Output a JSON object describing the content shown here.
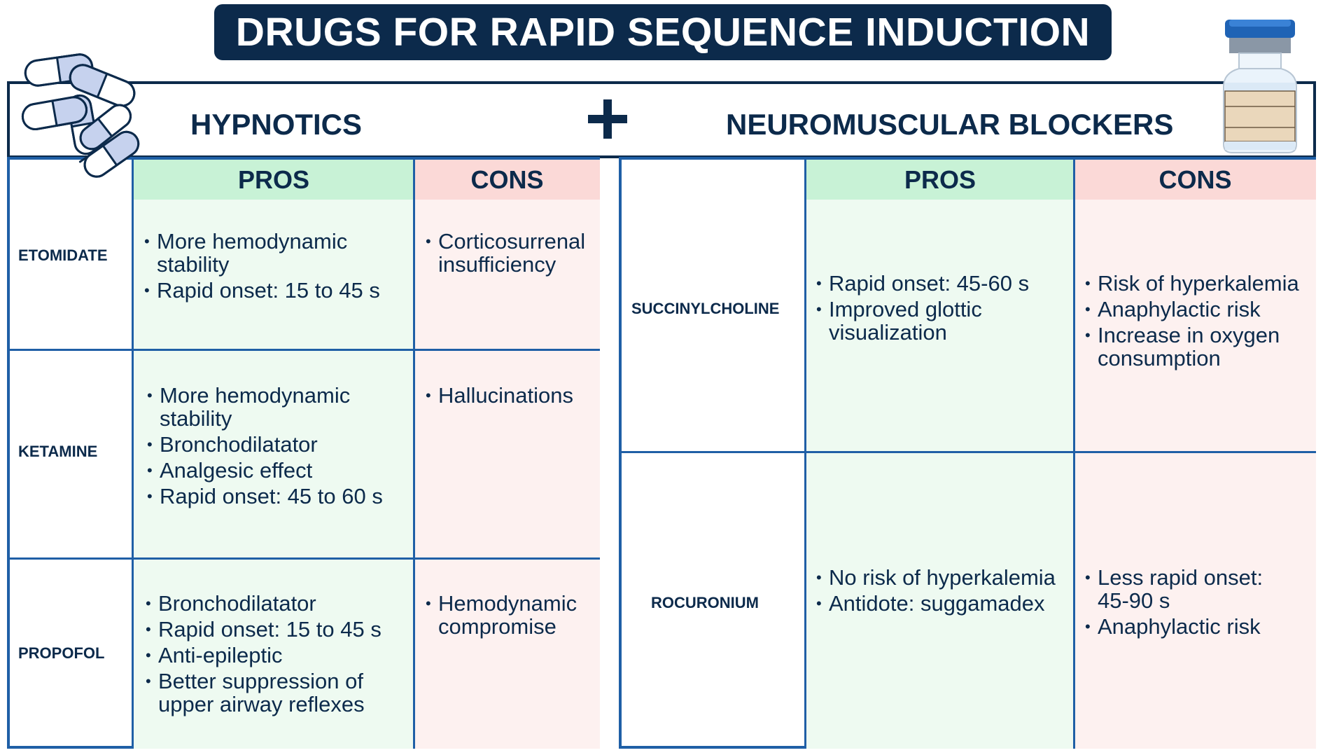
{
  "title": "DRUGS FOR RAPID SEQUENCE INDUCTION",
  "header": {
    "left": "HYPNOTICS",
    "right": "NEUROMUSCULAR BLOCKERS"
  },
  "hypnotics": {
    "pros_label": "PROS",
    "cons_label": "CONS",
    "rows": [
      {
        "name": "ETOMIDATE",
        "pros": [
          "More hemodynamic stability",
          "Rapid onset: 15 to 45 s"
        ],
        "cons": [
          "Corticosurrenal insufficiency"
        ]
      },
      {
        "name": "KETAMINE",
        "pros": [
          "More hemodynamic stability",
          "Bronchodilatator",
          "Analgesic effect",
          "Rapid onset: 45 to 60 s"
        ],
        "cons": [
          "Hallucinations"
        ]
      },
      {
        "name": "PROPOFOL",
        "pros": [
          "Bronchodilatator",
          "Rapid onset: 15 to 45 s",
          "Anti-epileptic",
          "Better suppression of upper airway reflexes"
        ],
        "cons": [
          "Hemodynamic compromise"
        ]
      }
    ]
  },
  "blockers": {
    "pros_label": "PROS",
    "cons_label": "CONS",
    "rows": [
      {
        "name": "SUCCINYLCHOLINE",
        "pros": [
          "Rapid onset: 45-60 s",
          "Improved glottic visualization"
        ],
        "cons": [
          "Risk of hyperkalemia",
          "Anaphylactic risk",
          "Increase in oxygen consumption"
        ]
      },
      {
        "name": "ROCURONIUM",
        "pros": [
          "No risk of hyperkalemia",
          "Antidote: suggamadex"
        ],
        "cons": [
          "Less rapid onset: 45-90 s",
          "Anaphylactic risk"
        ]
      }
    ]
  },
  "icons": [
    "pills-icon",
    "vial-icon",
    "plus-icon"
  ],
  "colors": {
    "navy": "#0c2a4b",
    "border_blue": "#1f5fa6",
    "pros_header": "#c8f2d6",
    "cons_header": "#fbd9d7",
    "pros_body": "#eefaf1",
    "cons_body": "#fdf1f0"
  }
}
